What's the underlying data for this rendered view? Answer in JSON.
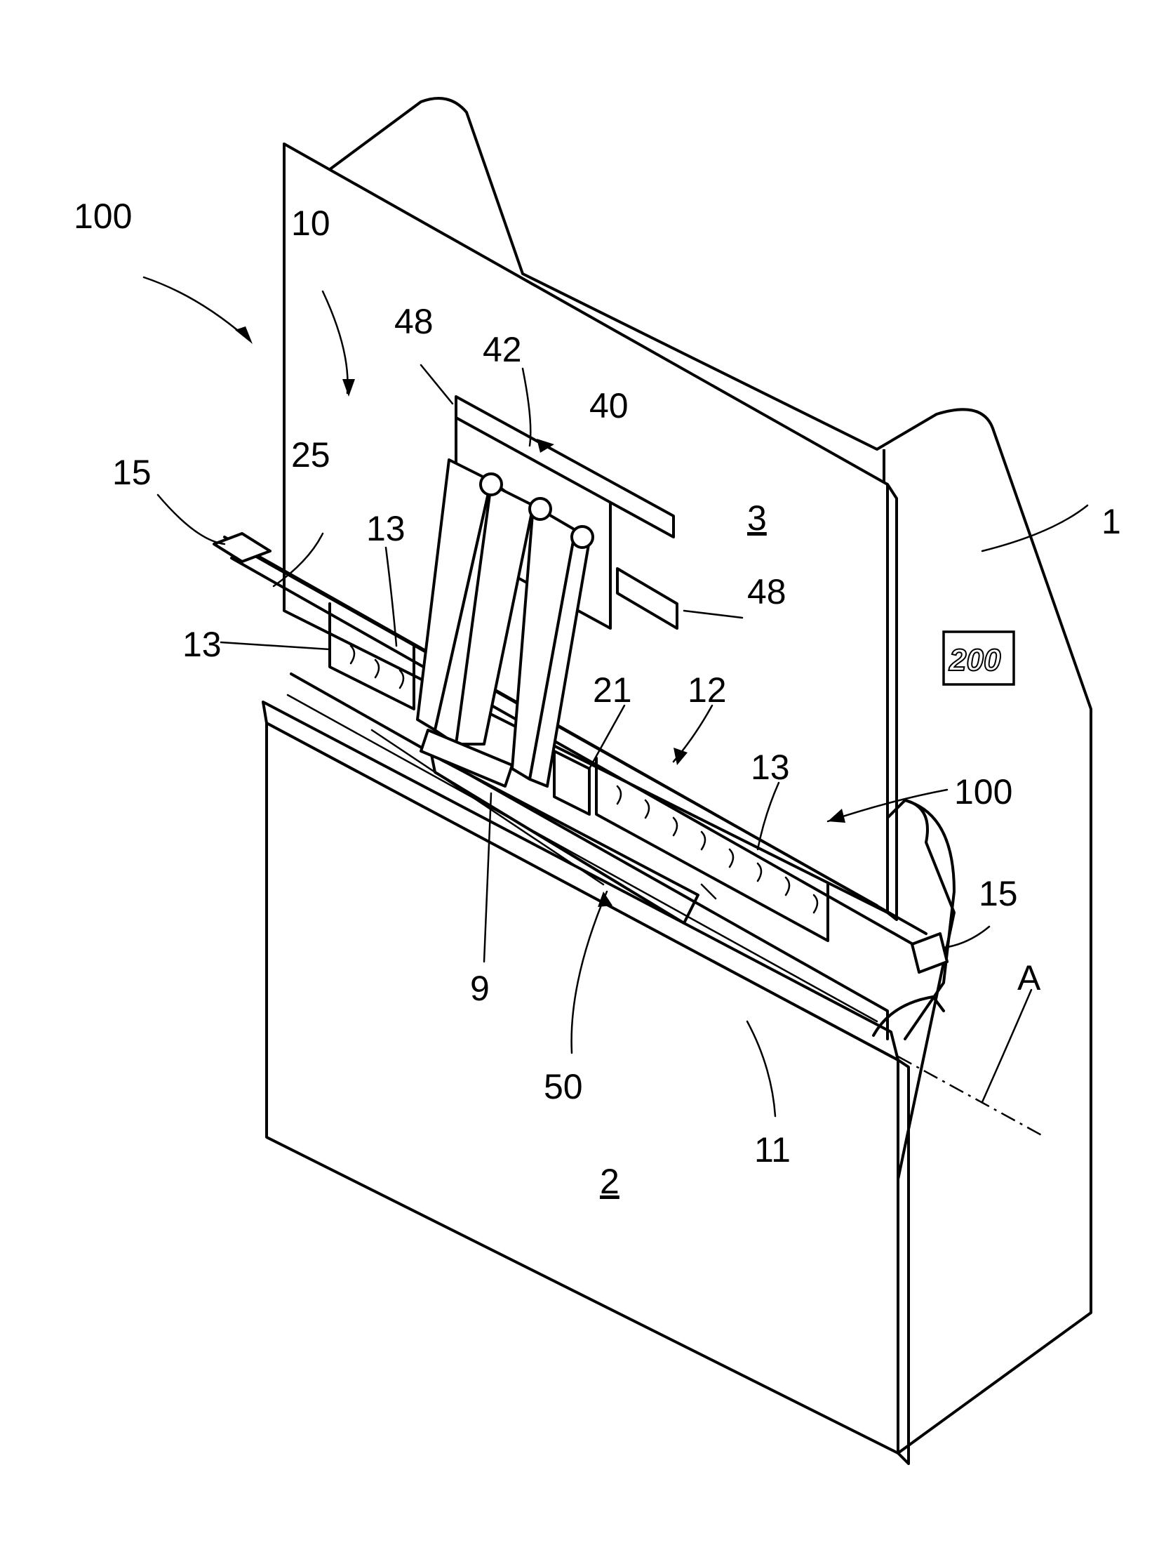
{
  "labels": {
    "l100a": "100",
    "l10": "10",
    "l48a": "48",
    "l42": "42",
    "l40": "40",
    "l15a": "15",
    "l25": "25",
    "l13a": "13",
    "l13b": "13",
    "l3": "3",
    "l48b": "48",
    "l1": "1",
    "l200": "200",
    "l21": "21",
    "l12": "12",
    "l13c": "13",
    "l100b": "100",
    "l15b": "15",
    "l9": "9",
    "lA": "A",
    "l50": "50",
    "l11": "11",
    "l2": "2"
  }
}
